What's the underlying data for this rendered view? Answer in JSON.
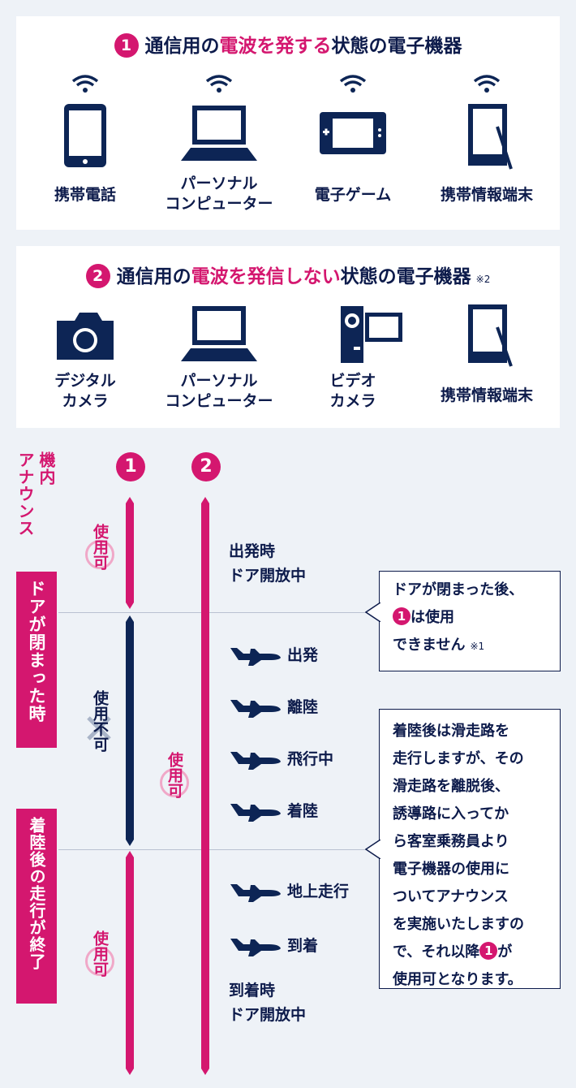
{
  "section1": {
    "num": "1",
    "title_pre": "通信用の",
    "title_emph": "電波を発する",
    "title_post": "状態の電子機器",
    "devices": [
      {
        "label": "携帯電話",
        "icon": "smartphone-icon"
      },
      {
        "label": "パーソナル\nコンピューター",
        "icon": "laptop-icon"
      },
      {
        "label": "電子ゲーム",
        "icon": "game-console-icon"
      },
      {
        "label": "携帯情報端末",
        "icon": "tablet-stylus-icon"
      }
    ]
  },
  "section2": {
    "num": "2",
    "title_pre": "通信用の",
    "title_emph": "電波を発信しない",
    "title_post": "状態の電子機器",
    "note": "※2",
    "devices": [
      {
        "label": "デジタル\nカメラ",
        "icon": "camera-icon"
      },
      {
        "label": "パーソナル\nコンピューター",
        "icon": "laptop-icon"
      },
      {
        "label": "ビデオ\nカメラ",
        "icon": "video-camera-icon"
      },
      {
        "label": "携帯情報端末",
        "icon": "tablet-stylus-icon"
      }
    ]
  },
  "timeline": {
    "announce_label": "機内\nアナウンス",
    "col1": "1",
    "col2": "2",
    "side_door_closed": "ドアが閉まった時",
    "side_after_landing": "着陸後の走行が終了",
    "status_usable": "使用可",
    "status_unusable": "使用不可",
    "departure_open": "出発時\nドア開放中",
    "arrival_open": "到着時\nドア開放中",
    "flight_steps": [
      "出発",
      "離陸",
      "飛行中",
      "着陸",
      "地上走行",
      "到着"
    ],
    "callout1": {
      "line1": "ドアが閉まった後、",
      "badge": "1",
      "line2": "は使用",
      "line3": "できません",
      "note": "※1"
    },
    "callout2": {
      "lines": [
        "着陸後は滑走路を",
        "走行しますが、その",
        "滑走路を離脱後、",
        "誘導路に入ってか",
        "ら客室乗務員より",
        "電子機器の使用に",
        "ついてアナウンス",
        "を実施いたしますの"
      ],
      "last_pre": "で、それ以降",
      "badge": "1",
      "last_post": "が",
      "final": "使用可となります。"
    }
  },
  "colors": {
    "pink": "#d4176f",
    "navy": "#0d2555",
    "background": "#eef2f7"
  }
}
